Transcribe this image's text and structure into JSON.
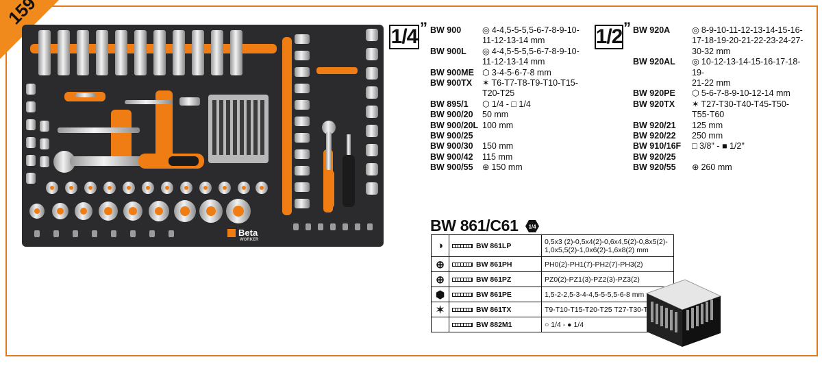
{
  "page_number": "159",
  "tray_brand": "Beta",
  "tray_brand_sub": "WORKER",
  "colors": {
    "frame": "#e07b1f",
    "corner": "#f08a1c",
    "tray": "#2b2b2d",
    "foam": "#f07d14"
  },
  "quarter": {
    "drive_label": "1/4",
    "inch_mark": "”",
    "items": [
      {
        "code": "BW 900",
        "icon": "socket-ring-icon",
        "value": "4-4,5-5-5,5-6-7-8-9-10-\n11-12-13-14 mm"
      },
      {
        "code": "BW 900L",
        "icon": "socket-ring-icon",
        "value": "4-4,5-5-5,5-6-7-8-9-10-\n11-12-13-14 mm"
      },
      {
        "code": "BW 900ME",
        "icon": "hex-ring-icon",
        "value": "3-4-5-6-7-8 mm"
      },
      {
        "code": "BW 900TX",
        "icon": "torx-icon",
        "value": "T6-T7-T8-T9-T10-T15-\nT20-T25"
      },
      {
        "code": "BW 895/1",
        "icon": "hex-square-icon",
        "value": "1/4 - □ 1/4"
      },
      {
        "code": "BW 900/20",
        "icon": "",
        "value": "50 mm"
      },
      {
        "code": "BW 900/20L",
        "icon": "",
        "value": "100 mm"
      },
      {
        "code": "BW 900/25",
        "icon": "",
        "value": ""
      },
      {
        "code": "BW 900/30",
        "icon": "",
        "value": "150 mm"
      },
      {
        "code": "BW 900/42",
        "icon": "",
        "value": "115 mm"
      },
      {
        "code": "BW 900/55",
        "icon": "ratchet-icon",
        "value": "150 mm"
      }
    ]
  },
  "half": {
    "drive_label": "1/2",
    "inch_mark": "”",
    "items": [
      {
        "code": "BW 920A",
        "icon": "socket-ring-icon",
        "value": "8-9-10-11-12-13-14-15-16-\n17-18-19-20-21-22-23-24-27-\n30-32 mm"
      },
      {
        "code": "BW 920AL",
        "icon": "socket-ring-icon",
        "value": "10-12-13-14-15-16-17-18-19-\n21-22 mm"
      },
      {
        "code": "BW 920PE",
        "icon": "hex-ring-icon",
        "value": "5-6-7-8-9-10-12-14 mm"
      },
      {
        "code": "BW 920TX",
        "icon": "torx-icon",
        "value": "T27-T30-T40-T45-T50-\nT55-T60"
      },
      {
        "code": "BW 920/21",
        "icon": "",
        "value": "125 mm"
      },
      {
        "code": "BW 920/22",
        "icon": "",
        "value": "250 mm"
      },
      {
        "code": "BW 910/16F",
        "icon": "",
        "value": "□ 3/8\" - ■ 1/2\""
      },
      {
        "code": "BW 920/25",
        "icon": "",
        "value": ""
      },
      {
        "code": "BW 920/55",
        "icon": "ratchet-icon",
        "value": "260 mm"
      }
    ]
  },
  "bit_set": {
    "title": "BW 861/C61",
    "badge": "1/4",
    "rows": [
      {
        "icon": "slotted-icon",
        "code": "BW 861LP",
        "spec": "0,5x3 (2)-0,5x4(2)-0,6x4,5(2)-0,8x5(2)-\n1,0x5,5(2)-1,0x6(2)-1,6x8(2) mm"
      },
      {
        "icon": "phillips-icon",
        "code": "BW 861PH",
        "spec": "PH0(2)-PH1(7)-PH2(7)-PH3(2)"
      },
      {
        "icon": "pozidriv-icon",
        "code": "BW 861PZ",
        "spec": "PZ0(2)-PZ1(3)-PZ2(3)-PZ3(2)"
      },
      {
        "icon": "hex-icon",
        "code": "BW 861PE",
        "spec": "1,5-2-2,5-3-4-4,5-5-5,5-6-8 mm"
      },
      {
        "icon": "torx-icon",
        "code": "BW 861TX",
        "spec": "T9-T10-T15-T20-T25 T27-T30-T40"
      },
      {
        "icon": "",
        "code": "BW 882M1",
        "spec": "○ 1/4 - ● 1/4"
      }
    ]
  }
}
